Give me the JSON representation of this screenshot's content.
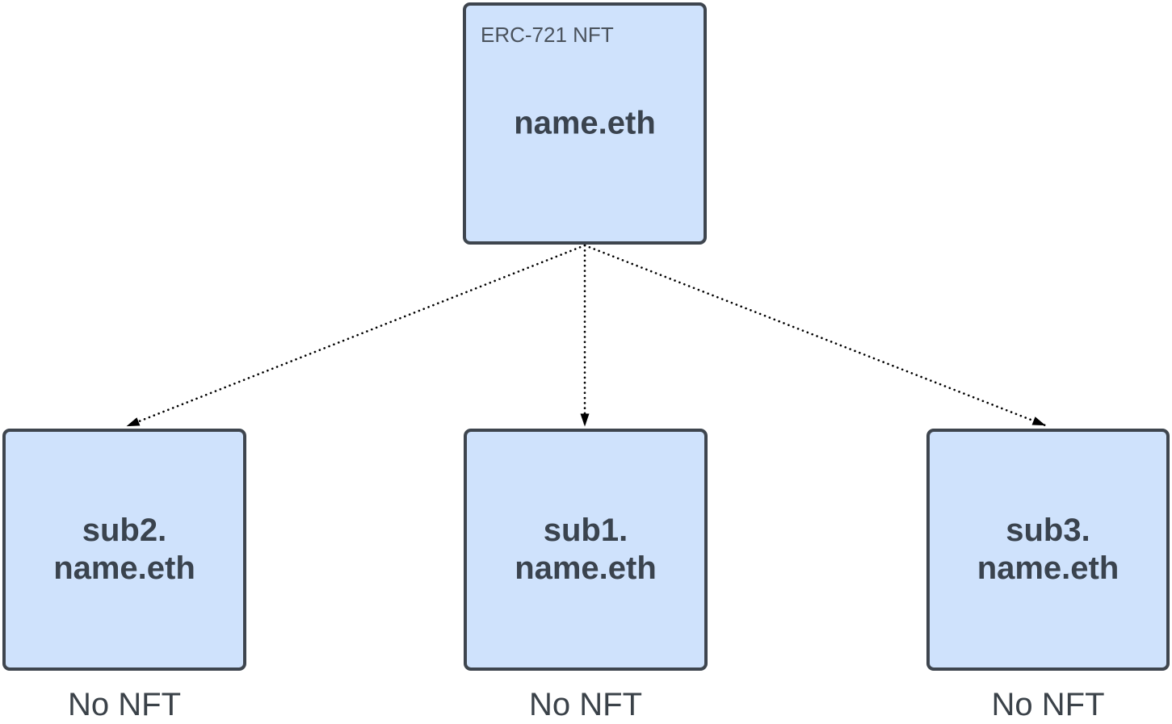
{
  "colors": {
    "background": "#ffffff",
    "node_fill": "#cfe2fc",
    "node_border": "#3e454e",
    "node_text": "#3a434e",
    "tag_text": "#4a525c",
    "caption_text": "#3b4249",
    "edge": "#000000"
  },
  "root_node": {
    "tag": "ERC-721 NFT",
    "label": "name.eth"
  },
  "child_nodes": [
    {
      "label_line1": "sub2.",
      "label_line2": "name.eth",
      "caption": "No NFT"
    },
    {
      "label_line1": "sub1.",
      "label_line2": "name.eth",
      "caption": "No NFT"
    },
    {
      "label_line1": "sub3.",
      "label_line2": "name.eth",
      "caption": "No NFT"
    }
  ],
  "edges": [
    {
      "from": "name.eth",
      "to": "sub2.name.eth",
      "style": "dotted-arrow"
    },
    {
      "from": "name.eth",
      "to": "sub1.name.eth",
      "style": "dotted-arrow"
    },
    {
      "from": "name.eth",
      "to": "sub3.name.eth",
      "style": "dotted-arrow"
    }
  ]
}
